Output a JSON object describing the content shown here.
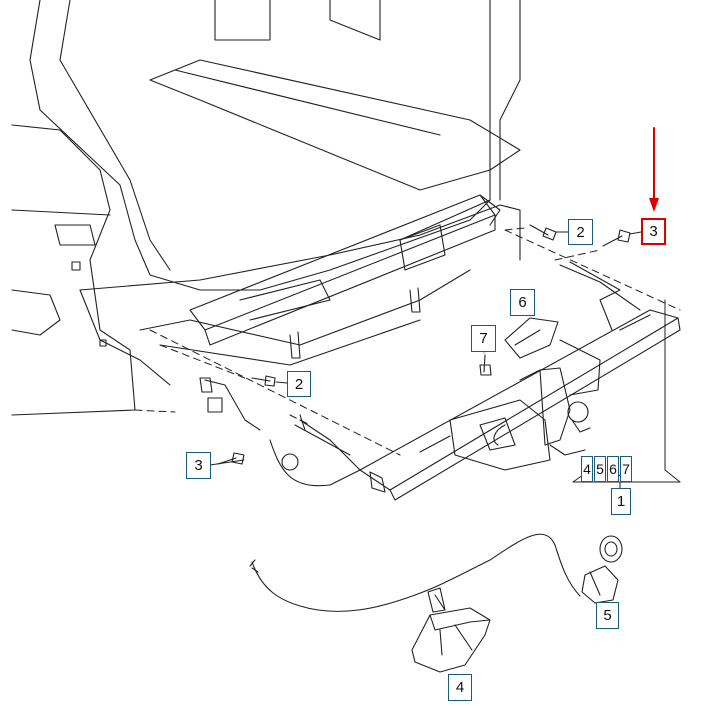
{
  "callouts": {
    "c2_top": "2",
    "c3_top": "3",
    "c6": "6",
    "c7": "7",
    "c2_mid": "2",
    "c3_left": "3",
    "c4_group": "4",
    "c5_group": "5",
    "c6_group": "6",
    "c7_group": "7",
    "c1": "1",
    "c5_bottom": "5",
    "c4_bottom": "4"
  },
  "colors": {
    "line": "#222222",
    "callout_border": "#1a5a7a",
    "highlight": "#dd0000"
  }
}
